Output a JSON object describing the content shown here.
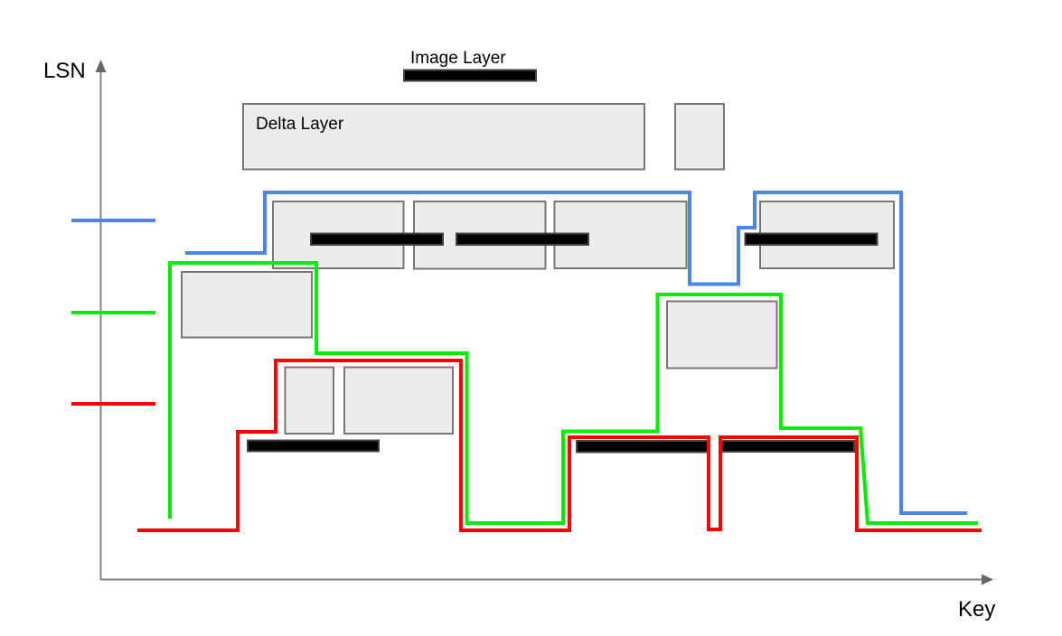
{
  "labels": {
    "y_axis": "LSN",
    "x_axis": "Key",
    "image_layer": "Image Layer",
    "delta_layer": "Delta Layer"
  },
  "colors": {
    "blue_line": "#4a86e8",
    "green_line": "#00ee00",
    "red_line": "#ff0000",
    "axis": "#808080",
    "arrow": "#666666",
    "layer_fill": "#ececec",
    "layer_border": "#777777",
    "image_bar_fill": "#000000",
    "image_bar_border": "#434343",
    "text": "#000000"
  }
}
